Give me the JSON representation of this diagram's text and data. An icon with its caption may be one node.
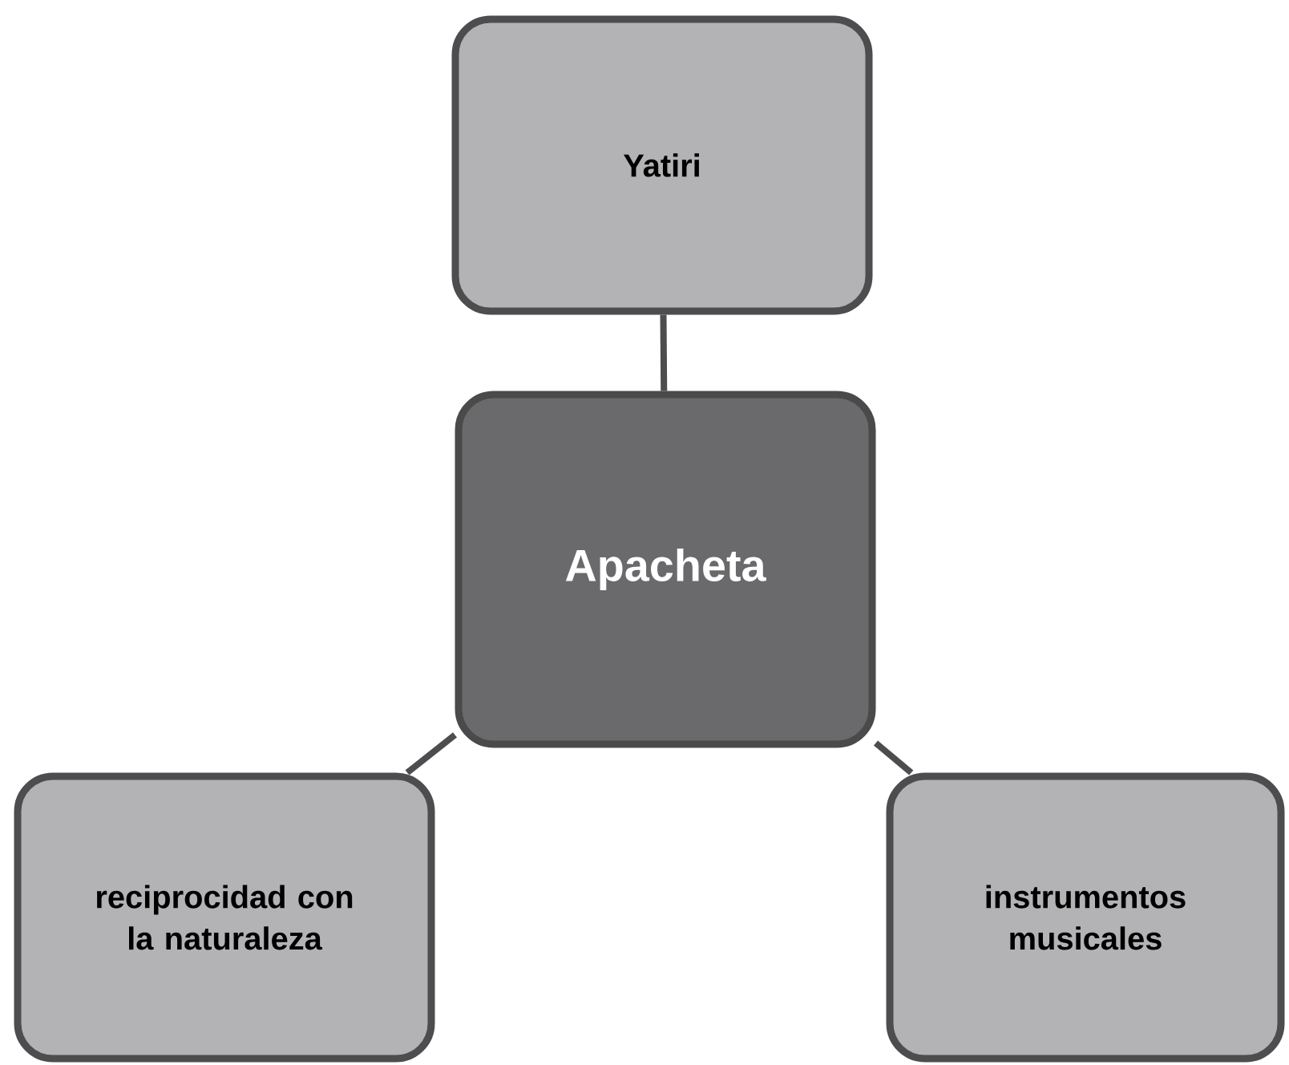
{
  "diagram": {
    "nodes": [
      {
        "text": [
          "Yatiri"
        ]
      },
      {
        "text": [
          "Apacheta"
        ]
      },
      {
        "text": [
          "reciprocidad con la naturaleza"
        ]
      },
      {
        "text": [
          "instrumentos musicales"
        ]
      }
    ],
    "edges": [
      {
        "from": 0,
        "to": 1,
        "arrow": "none"
      },
      {
        "from": 1,
        "to": 2,
        "arrow": "none"
      },
      {
        "from": 1,
        "to": 3,
        "arrow": "none"
      }
    ]
  }
}
